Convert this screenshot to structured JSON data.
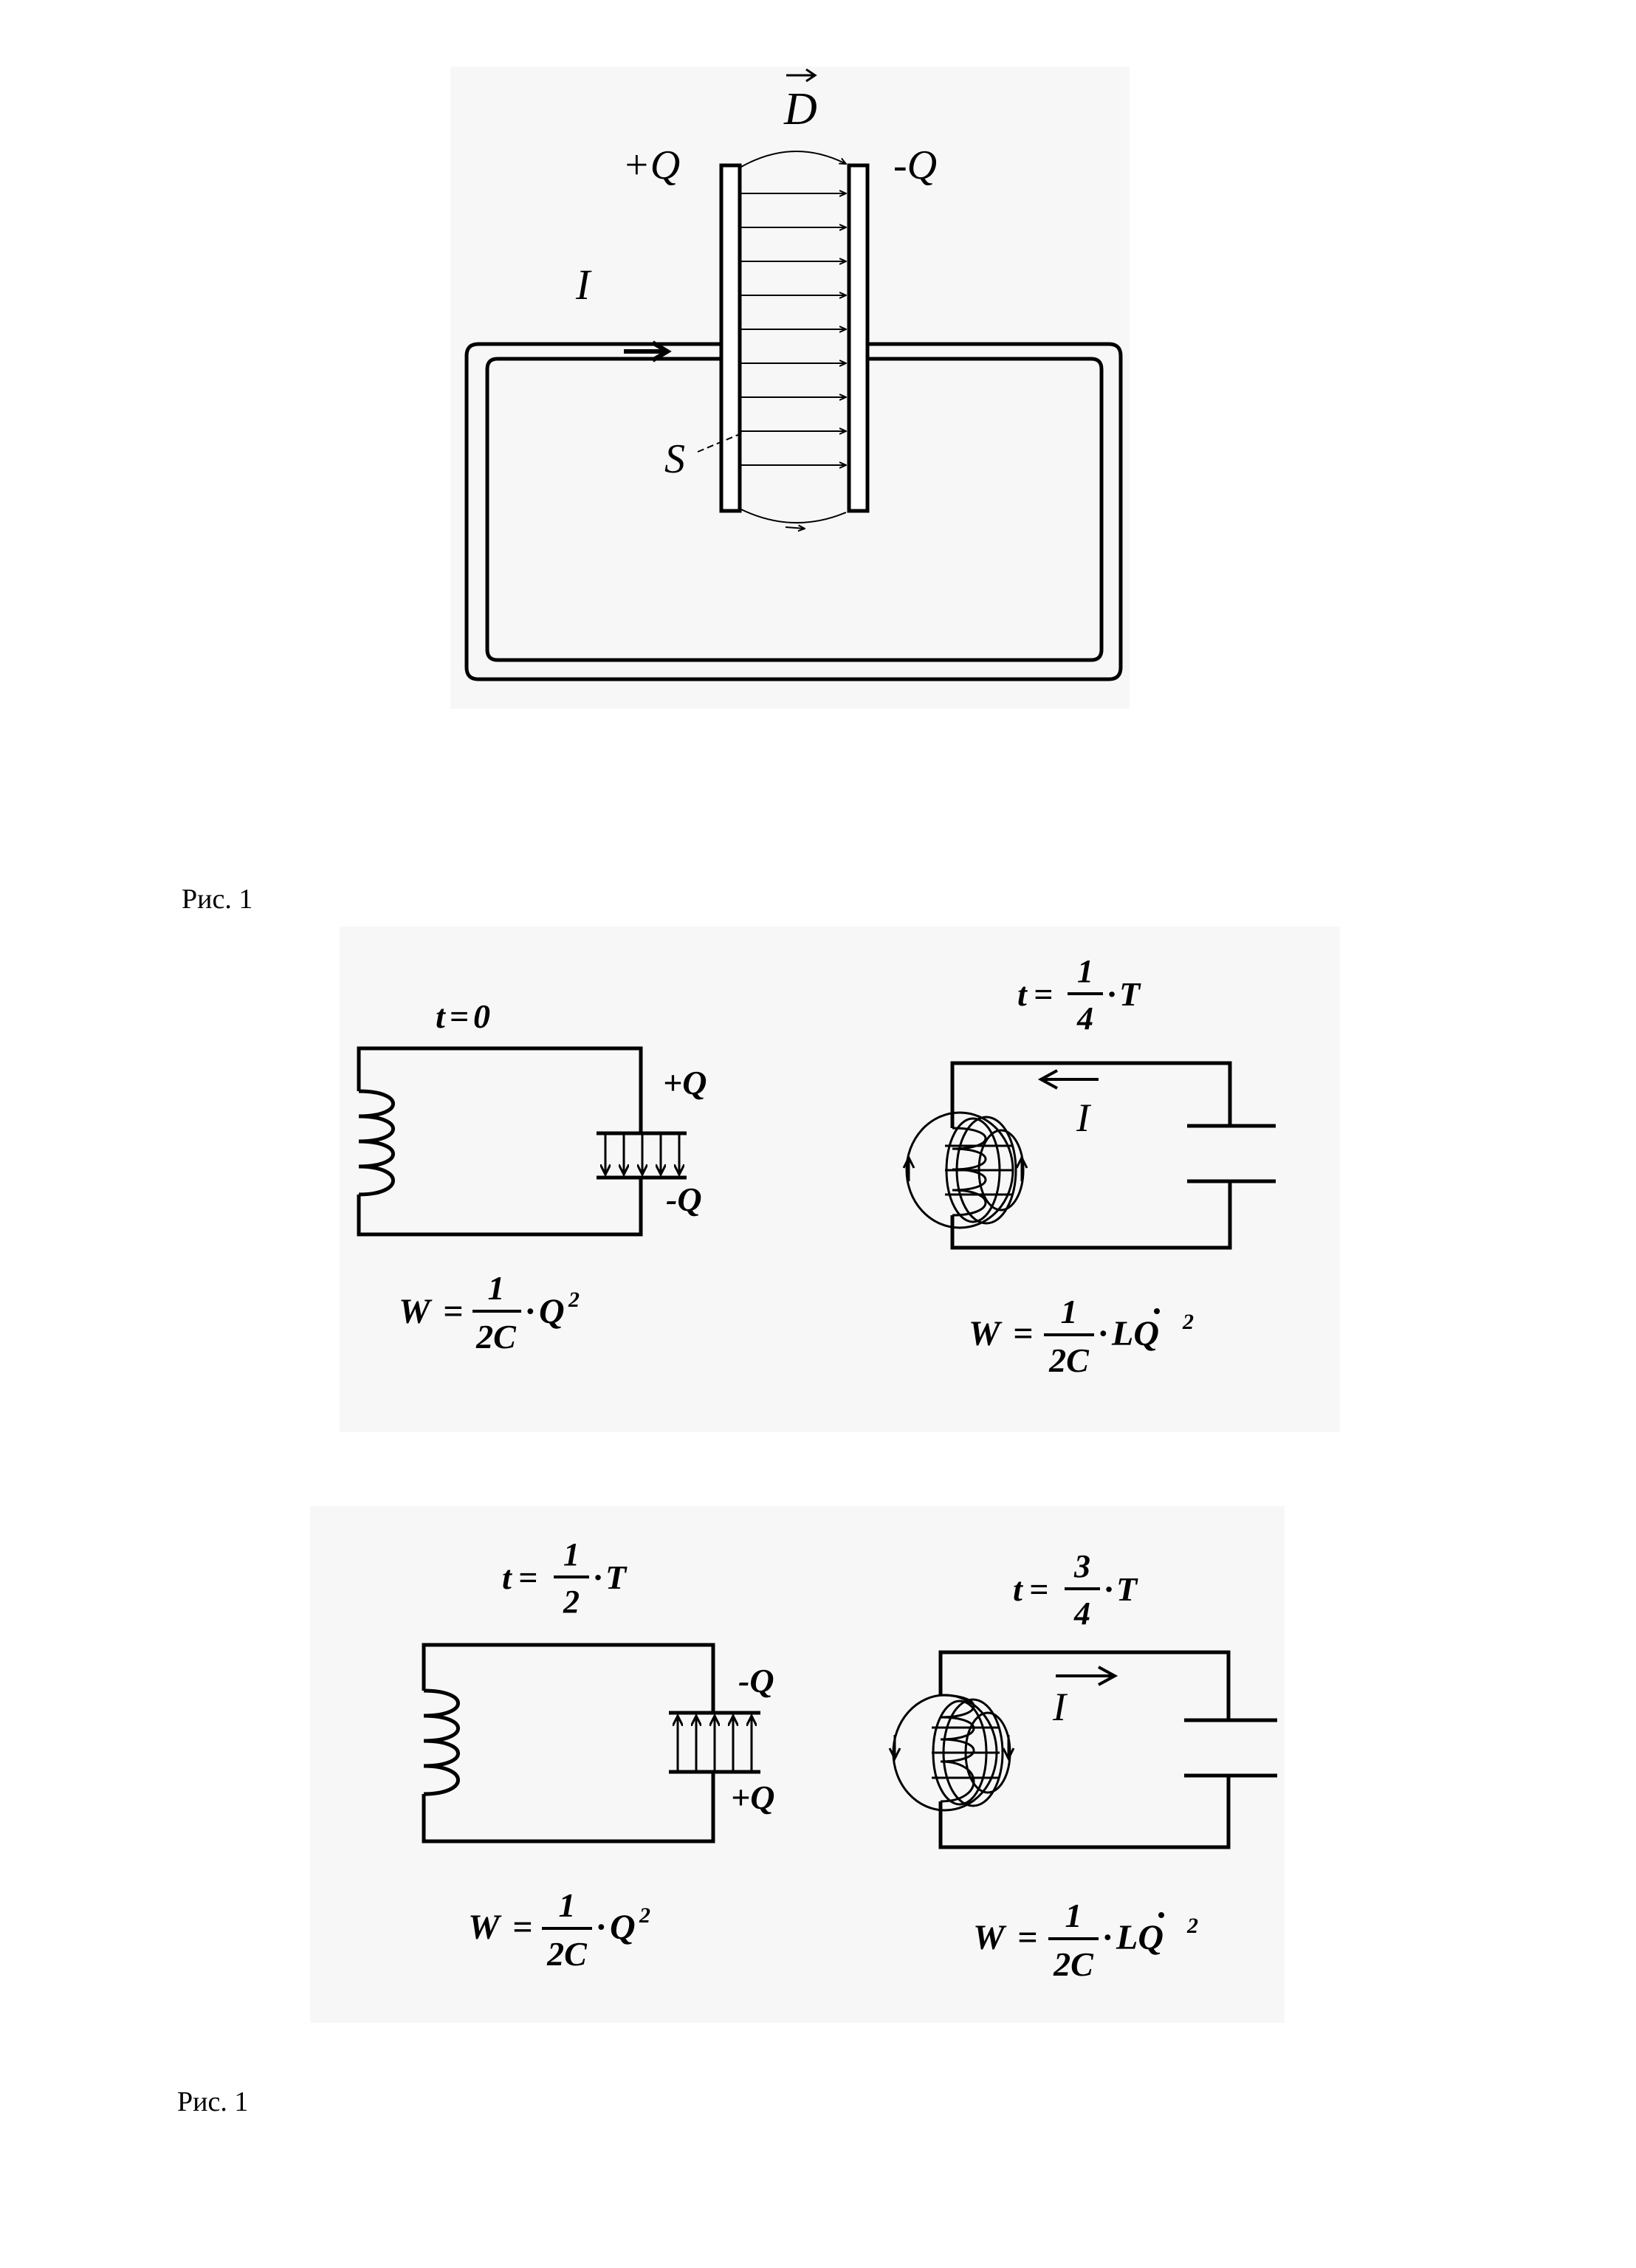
{
  "figure1": {
    "D_label": "D",
    "plus_Q": "+Q",
    "minus_Q": "-Q",
    "current_label": "I",
    "surface_label": "S"
  },
  "caption_1": "Рис. 1",
  "panels": {
    "t0": {
      "time_lhs": "t",
      "time_eq": "=",
      "time_rhs": "0",
      "plus_Q": "+Q",
      "minus_Q": "-Q",
      "energy_lhs": "W",
      "energy_eq": "=",
      "frac_num": "1",
      "frac_den": "2C",
      "dot": "·",
      "energy_var": "Q",
      "energy_exp": "2"
    },
    "t14": {
      "time_lhs": "t",
      "time_eq": "=",
      "frac_num": "1",
      "frac_den": "4",
      "dot": "·",
      "time_T": "T",
      "current_label": "I",
      "energy_lhs": "W",
      "energy_eq": "=",
      "e_frac_num": "1",
      "e_frac_den": "2C",
      "e_dot": "·",
      "energy_var": "LQ",
      "energy_exp": "2"
    },
    "t12": {
      "time_lhs": "t",
      "time_eq": "=",
      "frac_num": "1",
      "frac_den": "2",
      "dot": "·",
      "time_T": "T",
      "minus_Q": "-Q",
      "plus_Q": "+Q",
      "energy_lhs": "W",
      "energy_eq": "=",
      "e_frac_num": "1",
      "e_frac_den": "2C",
      "e_dot": "·",
      "energy_var": "Q",
      "energy_exp": "2"
    },
    "t34": {
      "time_lhs": "t",
      "time_eq": "=",
      "frac_num": "3",
      "frac_den": "4",
      "dot": "·",
      "time_T": "T",
      "current_label": "I",
      "energy_lhs": "W",
      "energy_eq": "=",
      "e_frac_num": "1",
      "e_frac_den": "2C",
      "e_dot": "·",
      "energy_var": "LQ",
      "energy_exp": "2"
    }
  },
  "caption_2": "Рис. 1"
}
